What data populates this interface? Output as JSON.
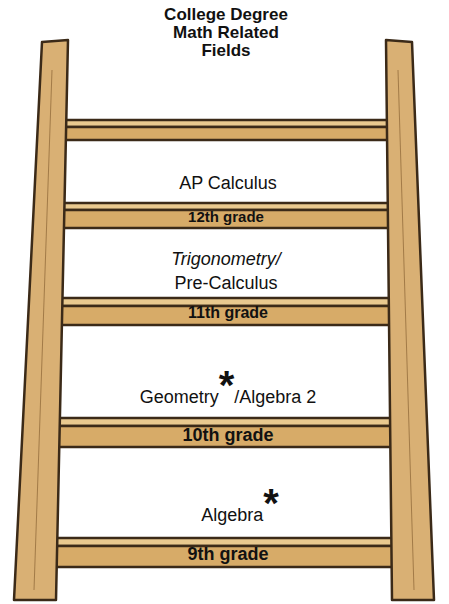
{
  "diagram": {
    "title": "College Degree Math Related Fields",
    "labels": [
      "AP Calculus",
      "12th grade",
      "Trigonometry/",
      "Pre-Calculus",
      "11th grade",
      "Geometry",
      "*",
      "/Algebra 2",
      "10th grade",
      "Algebra",
      "*",
      "9th grade"
    ]
  }
}
